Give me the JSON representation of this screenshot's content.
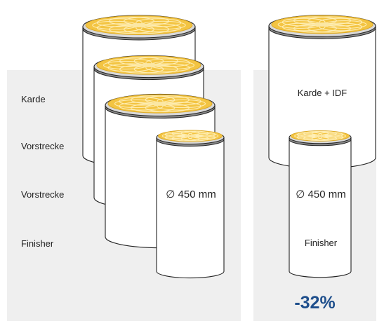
{
  "process_labels": {
    "karde": "Karde",
    "vorstrecke_1": "Vorstrecke",
    "vorstrecke_2": "Vorstrecke",
    "finisher": "Finisher"
  },
  "left_group": {
    "small_can_diameter": "∅ 450 mm"
  },
  "right_group": {
    "large_can_label": "Karde + IDF",
    "small_can_diameter": "∅ 450 mm",
    "small_can_label": "Finisher",
    "reduction": "-32%"
  },
  "colors": {
    "panel": "#efefef",
    "can_body": "#ffffff",
    "can_outline": "#222222",
    "sliver_fill": "#f3c442",
    "sliver_swirl": "#fff2c0",
    "accent": "#1f4f8c"
  }
}
